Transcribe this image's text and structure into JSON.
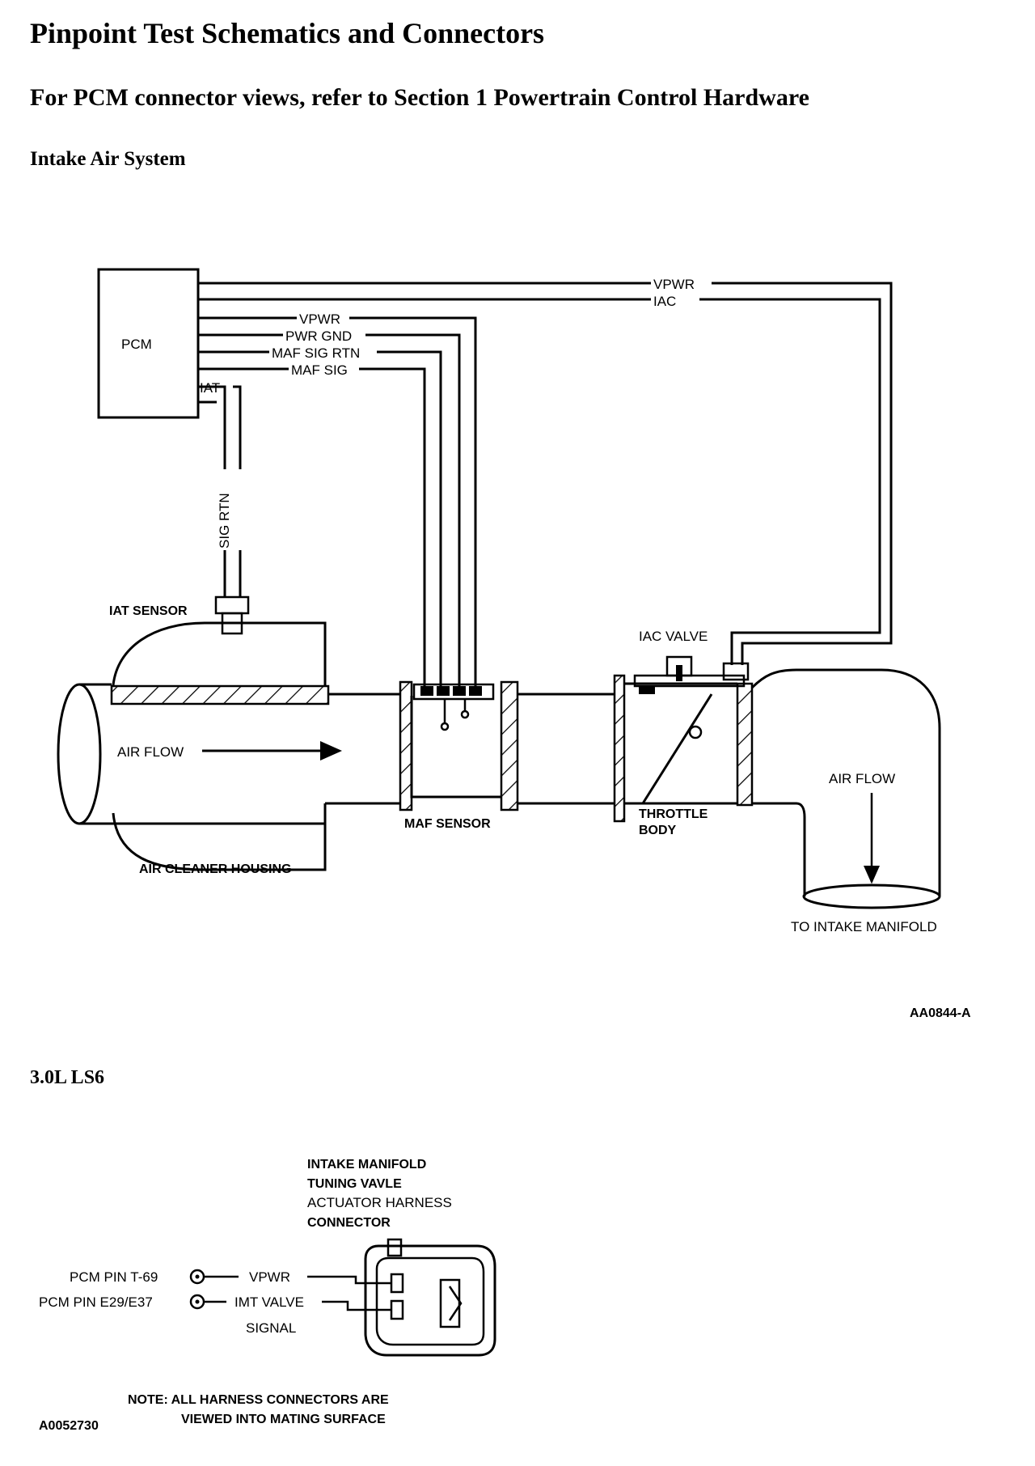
{
  "page": {
    "title": "Pinpoint Test Schematics and Connectors",
    "subtitle": "For PCM connector views, refer to Section 1 Powertrain Control Hardware",
    "section1": "Intake Air System",
    "section2": "3.0L LS6"
  },
  "intake_diagram": {
    "pcm": "PCM",
    "wires": {
      "vpwr_top": "VPWR",
      "iac": "IAC",
      "vpwr": "VPWR",
      "pwr_gnd": "PWR GND",
      "maf_sig_rtn": "MAF SIG RTN",
      "maf_sig": "MAF SIG",
      "iat": "IAT",
      "sig_rtn": "SIG RTN"
    },
    "components": {
      "iat_sensor": "IAT SENSOR",
      "iac_valve": "IAC VALVE",
      "air_flow_left": "AIR FLOW",
      "air_flow_right": "AIR FLOW",
      "maf_sensor": "MAF SENSOR",
      "throttle_body_1": "THROTTLE",
      "throttle_body_2": "BODY",
      "air_cleaner": "AIR CLEANER HOUSING",
      "intake_manifold": "TO INTAKE MANIFOLD"
    },
    "figure_id": "AA0844-A"
  },
  "connector_diagram": {
    "title_lines": [
      "INTAKE MANIFOLD",
      "TUNING VAVLE",
      "ACTUATOR HARNESS",
      "CONNECTOR"
    ],
    "pin1_label": "PCM PIN T-69",
    "pin1_signal": "VPWR",
    "pin2_label": "PCM PIN E29/E37",
    "pin2_signal_1": "IMT VALVE",
    "pin2_signal_2": "SIGNAL",
    "note_1": "NOTE: ALL HARNESS CONNECTORS ARE",
    "note_2": "VIEWED INTO MATING SURFACE",
    "figure_id": "A0052730"
  }
}
